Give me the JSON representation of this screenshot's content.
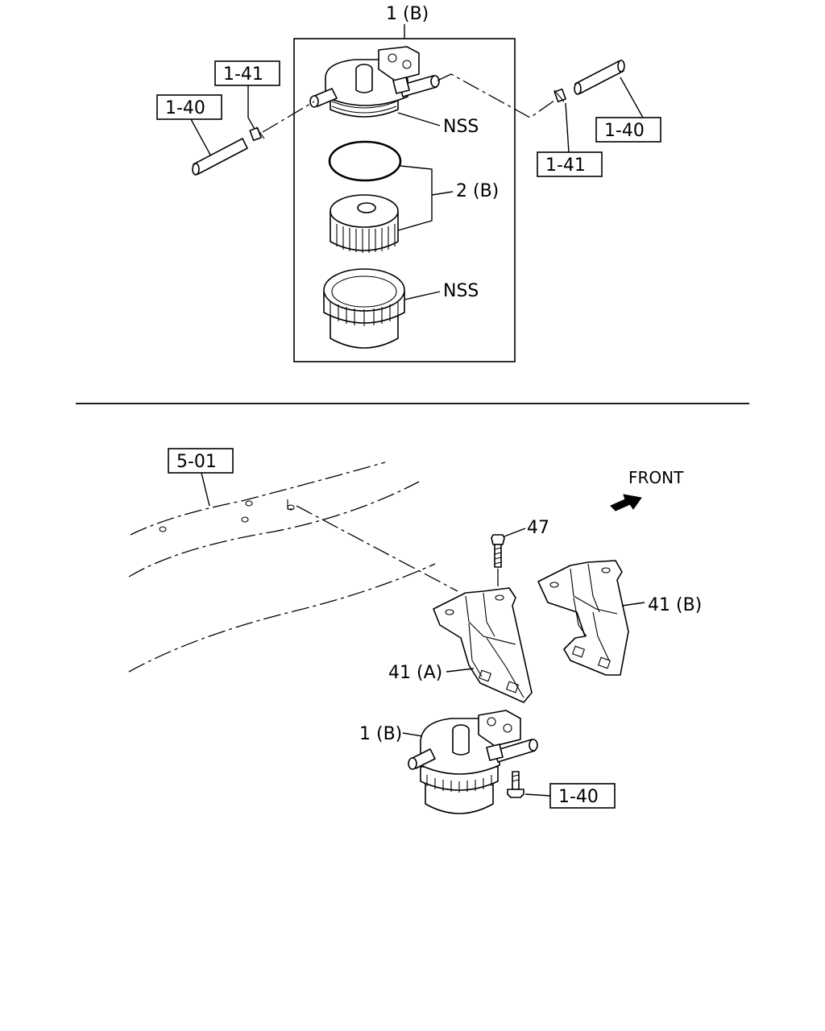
{
  "top_view": {
    "assembly_label": "1 (B)",
    "top_nss_label": "NSS",
    "element_set_label": "2 (B)",
    "bottom_nss_label": "NSS",
    "left_clip_ref": "1-41",
    "left_hose_ref": "1-40",
    "right_clip_ref": "1-41",
    "right_hose_ref": "1-40"
  },
  "bottom_view": {
    "frame_ref": "5-01",
    "front_label": "FRONT",
    "bolt_label": "47",
    "bracket_b_label": "41 (B)",
    "bracket_a_label": "41 (A)",
    "filter_label": "1 (B)",
    "bolt_ref": "1-40"
  },
  "icons": [
    "front-arrow-icon"
  ]
}
